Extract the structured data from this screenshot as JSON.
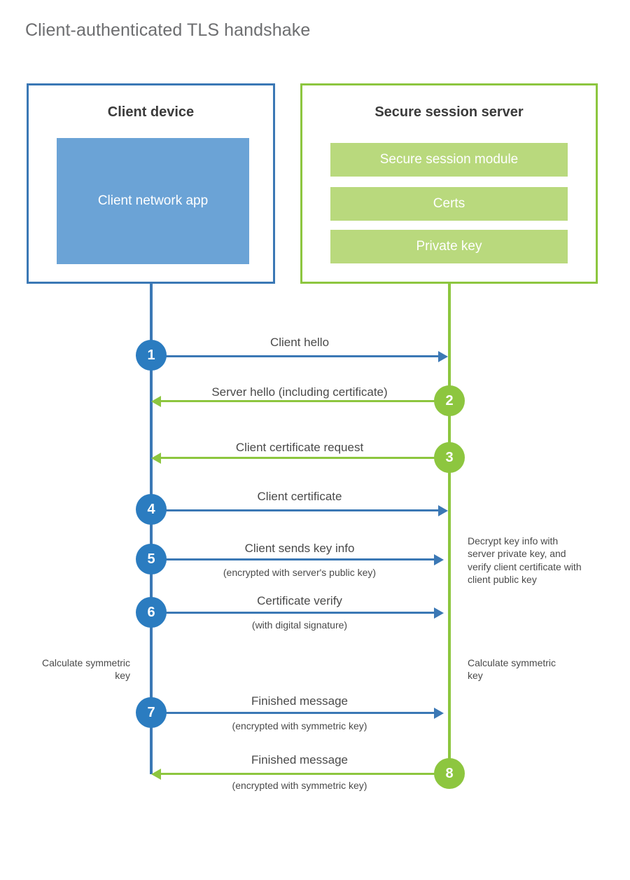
{
  "title": "Client-authenticated TLS handshake",
  "actors": {
    "client": {
      "title": "Client device",
      "app_label": "Client network app"
    },
    "server": {
      "title": "Secure session server",
      "bars": [
        {
          "label": "Secure session module"
        },
        {
          "label": "Certs"
        },
        {
          "label": "Private key"
        }
      ]
    }
  },
  "steps": [
    {
      "number": "1",
      "label": "Client hello",
      "sublabel": "",
      "direction": "right",
      "color": "blue"
    },
    {
      "number": "2",
      "label": "Server hello (including certificate)",
      "sublabel": "",
      "direction": "left",
      "color": "green"
    },
    {
      "number": "3",
      "label": "Client certificate request",
      "sublabel": "",
      "direction": "left",
      "color": "green"
    },
    {
      "number": "4",
      "label": "Client certificate",
      "sublabel": "",
      "direction": "right",
      "color": "blue"
    },
    {
      "number": "5",
      "label": "Client sends key info",
      "sublabel": "(encrypted with server's public key)",
      "direction": "right",
      "color": "blue"
    },
    {
      "number": "6",
      "label": "Certificate verify",
      "sublabel": "(with digital signature)",
      "direction": "right",
      "color": "blue"
    },
    {
      "number": "7",
      "label": "Finished message",
      "sublabel": "(encrypted with symmetric key)",
      "direction": "right",
      "color": "blue"
    },
    {
      "number": "8",
      "label": "Finished message",
      "sublabel": "(encrypted with symmetric key)",
      "direction": "left",
      "color": "green"
    }
  ],
  "notes": {
    "server_decrypt": "Decrypt key info with server private key, and verify client certificate with client public key",
    "client_calculate": "Calculate symmetric key",
    "server_calculate": "Calculate symmetric key"
  },
  "colors": {
    "blue_border": "#3B78B5",
    "blue_fill": "#6BA3D6",
    "blue_circle": "#2B7CC0",
    "green_border": "#8DC63F",
    "green_fill": "#B9D97D",
    "green_circle": "#8DC63F",
    "title_text": "#6D6E70",
    "body_text": "#4A4A4A",
    "background": "#FFFFFF"
  }
}
